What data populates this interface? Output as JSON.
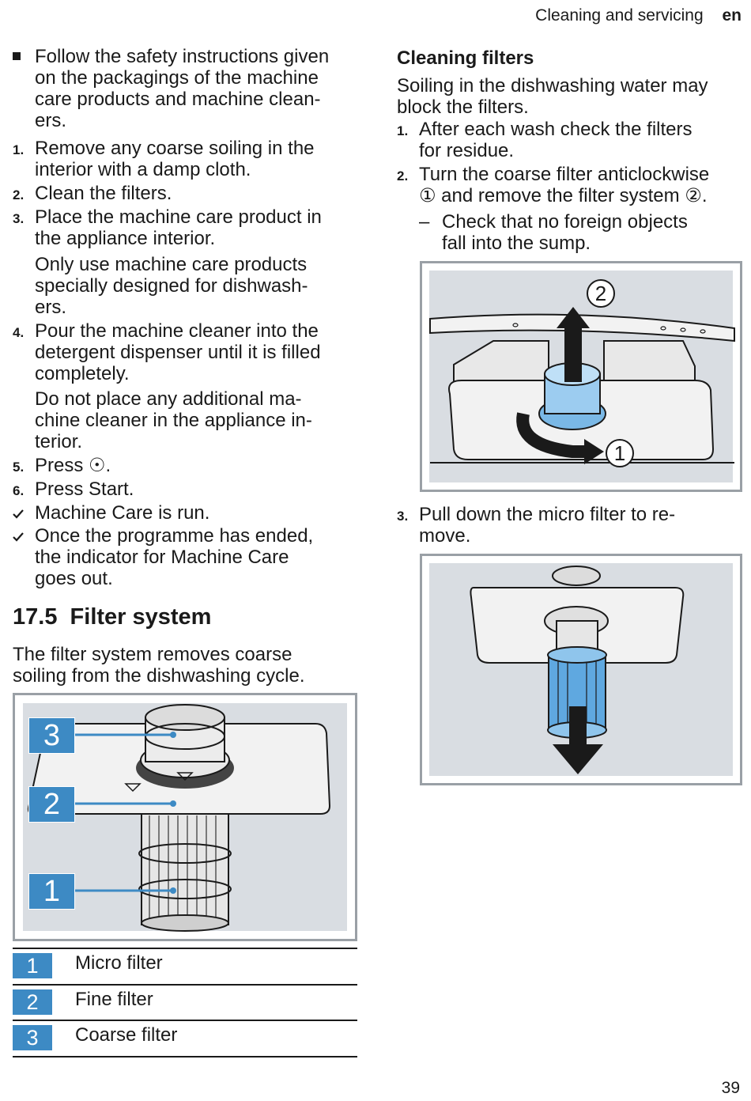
{
  "header": {
    "section": "Cleaning and servicing",
    "lang": "en"
  },
  "left": {
    "bullet": "Follow the safety instructions given on the packagings of the machine care products and machine clean-ers.",
    "bullet_lines": [
      "Follow the safety instructions given",
      "on the packagings of the machine",
      "care products and machine clean-",
      "ers."
    ],
    "steps": [
      {
        "num": "1.",
        "lines": [
          "Remove any coarse soiling in the",
          "interior with a damp cloth."
        ]
      },
      {
        "num": "2.",
        "lines": [
          "Clean the filters."
        ]
      },
      {
        "num": "3.",
        "lines": [
          "Place the machine care product in",
          "the appliance interior."
        ]
      },
      {
        "note_lines": [
          "Only use machine care products",
          "specially designed for dishwash-",
          "ers."
        ]
      },
      {
        "num": "4.",
        "lines": [
          "Pour the machine cleaner into the",
          "detergent dispenser until it is filled",
          "completely."
        ]
      },
      {
        "note_lines": [
          "Do not place any additional ma-",
          "chine cleaner in the appliance in-",
          "terior."
        ]
      },
      {
        "num": "5.",
        "lines": [
          "Press ☉."
        ]
      },
      {
        "num": "6.",
        "lines": [
          "Press Start."
        ]
      }
    ],
    "results": [
      {
        "lines": [
          "Machine Care is run."
        ]
      },
      {
        "lines": [
          "Once the programme has ended,",
          "the indicator for Machine Care",
          "goes out."
        ]
      }
    ],
    "section_title": "17.5  Filter system",
    "section_intro": [
      "The filter system removes coarse",
      "soiling from the dishwashing cycle."
    ],
    "figure_callouts": [
      "3",
      "2",
      "1"
    ],
    "legend": [
      {
        "num": "1",
        "label": "Micro filter"
      },
      {
        "num": "2",
        "label": "Fine filter"
      },
      {
        "num": "3",
        "label": "Coarse filter"
      }
    ]
  },
  "right": {
    "title": "Cleaning filters",
    "intro": [
      "Soiling in the dishwashing water may",
      "block the filters."
    ],
    "steps": [
      {
        "num": "1.",
        "lines": [
          "After each wash check the filters",
          "for residue."
        ]
      },
      {
        "num": "2.",
        "lines": [
          "Turn the coarse filter anticlockwise",
          "① and remove the filter system ②."
        ]
      }
    ],
    "dash_lines": [
      "Check that no foreign objects",
      "fall into the sump."
    ],
    "figure1_callouts": [
      "2",
      "1"
    ],
    "step3": {
      "num": "3.",
      "lines": [
        "Pull down the micro filter to re-",
        "move."
      ]
    }
  },
  "page_number": "39",
  "colors": {
    "accent": "#3d8ac4",
    "figure_bg": "#d9dde2",
    "frame": "#9aa0a6"
  }
}
